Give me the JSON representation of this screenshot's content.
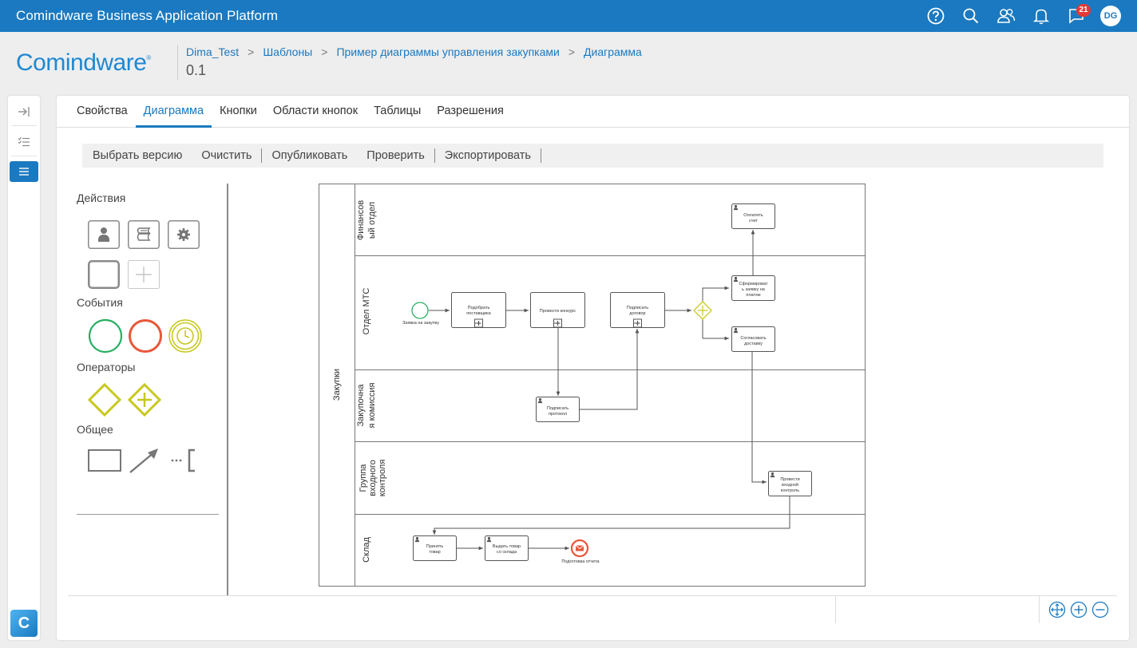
{
  "app": {
    "title": "Comindware Business Application Platform",
    "notifications_count": "21",
    "user_initials": "DG"
  },
  "header": {
    "logo_text": "Comindware",
    "breadcrumb": [
      "Dima_Test",
      "Шаблоны",
      "Пример диаграммы управления закупками",
      "Диаграмма"
    ],
    "version": "0.1"
  },
  "tabs": [
    "Свойства",
    "Диаграмма",
    "Кнопки",
    "Области кнопок",
    "Таблицы",
    "Разрешения"
  ],
  "active_tab": "Диаграмма",
  "toolbar": {
    "select_version": "Выбрать версию",
    "clear": "Очистить",
    "publish": "Опубликовать",
    "check": "Проверить",
    "export": "Экспортировать"
  },
  "palette": {
    "actions": "Действия",
    "events": "События",
    "operators": "Операторы",
    "general": "Общее"
  },
  "diagram": {
    "pool": "Закупки",
    "lanes": [
      {
        "name": "Финансовый отдел",
        "lines": [
          "Финансов",
          "ый отдел"
        ]
      },
      {
        "name": "Отдел МТС",
        "lines": [
          "Отдел МТС"
        ]
      },
      {
        "name": "Закупочная комиссия",
        "lines": [
          "Закупочна",
          "я комиссия"
        ]
      },
      {
        "name": "Группа входного контроля",
        "lines": [
          "Группа",
          "входного",
          "контроля"
        ]
      },
      {
        "name": "Склад",
        "lines": [
          "Склад"
        ]
      }
    ],
    "nodes": {
      "pay_invoice": [
        "Оплатить",
        "счет"
      ],
      "form_payment_request": [
        "Сформироват",
        "ь заявку на",
        "платеж"
      ],
      "agree_delivery": [
        "Согласовать",
        "доставку"
      ],
      "select_suppliers": [
        "Подобрать",
        "поставщика"
      ],
      "hold_tender": [
        "Провести конкурс"
      ],
      "sign_contract": [
        "Подписать",
        "договор"
      ],
      "sign_protocol": [
        "Подписать",
        "протокол"
      ],
      "incoming_control": [
        "Провести",
        "входной",
        "контроль"
      ],
      "receive_goods": [
        "Принять",
        "товар"
      ],
      "issue_goods": [
        "Выдать товар",
        "со склада"
      ],
      "start_event": "Заявка на закупку",
      "end_event": "Подготовка отчета"
    }
  },
  "colors": {
    "accent": "#1a79c0",
    "start_event": "#27ae60",
    "end_event": "#e8573a",
    "gateway": "#c8c81e",
    "badge": "#e53935"
  },
  "icons": [
    "help-icon",
    "search-icon",
    "users-icon",
    "bell-icon",
    "flag-icon",
    "collapse-icon",
    "checklist-icon",
    "menu-icon",
    "zoom-fit-icon",
    "zoom-in-icon",
    "zoom-out-icon"
  ]
}
